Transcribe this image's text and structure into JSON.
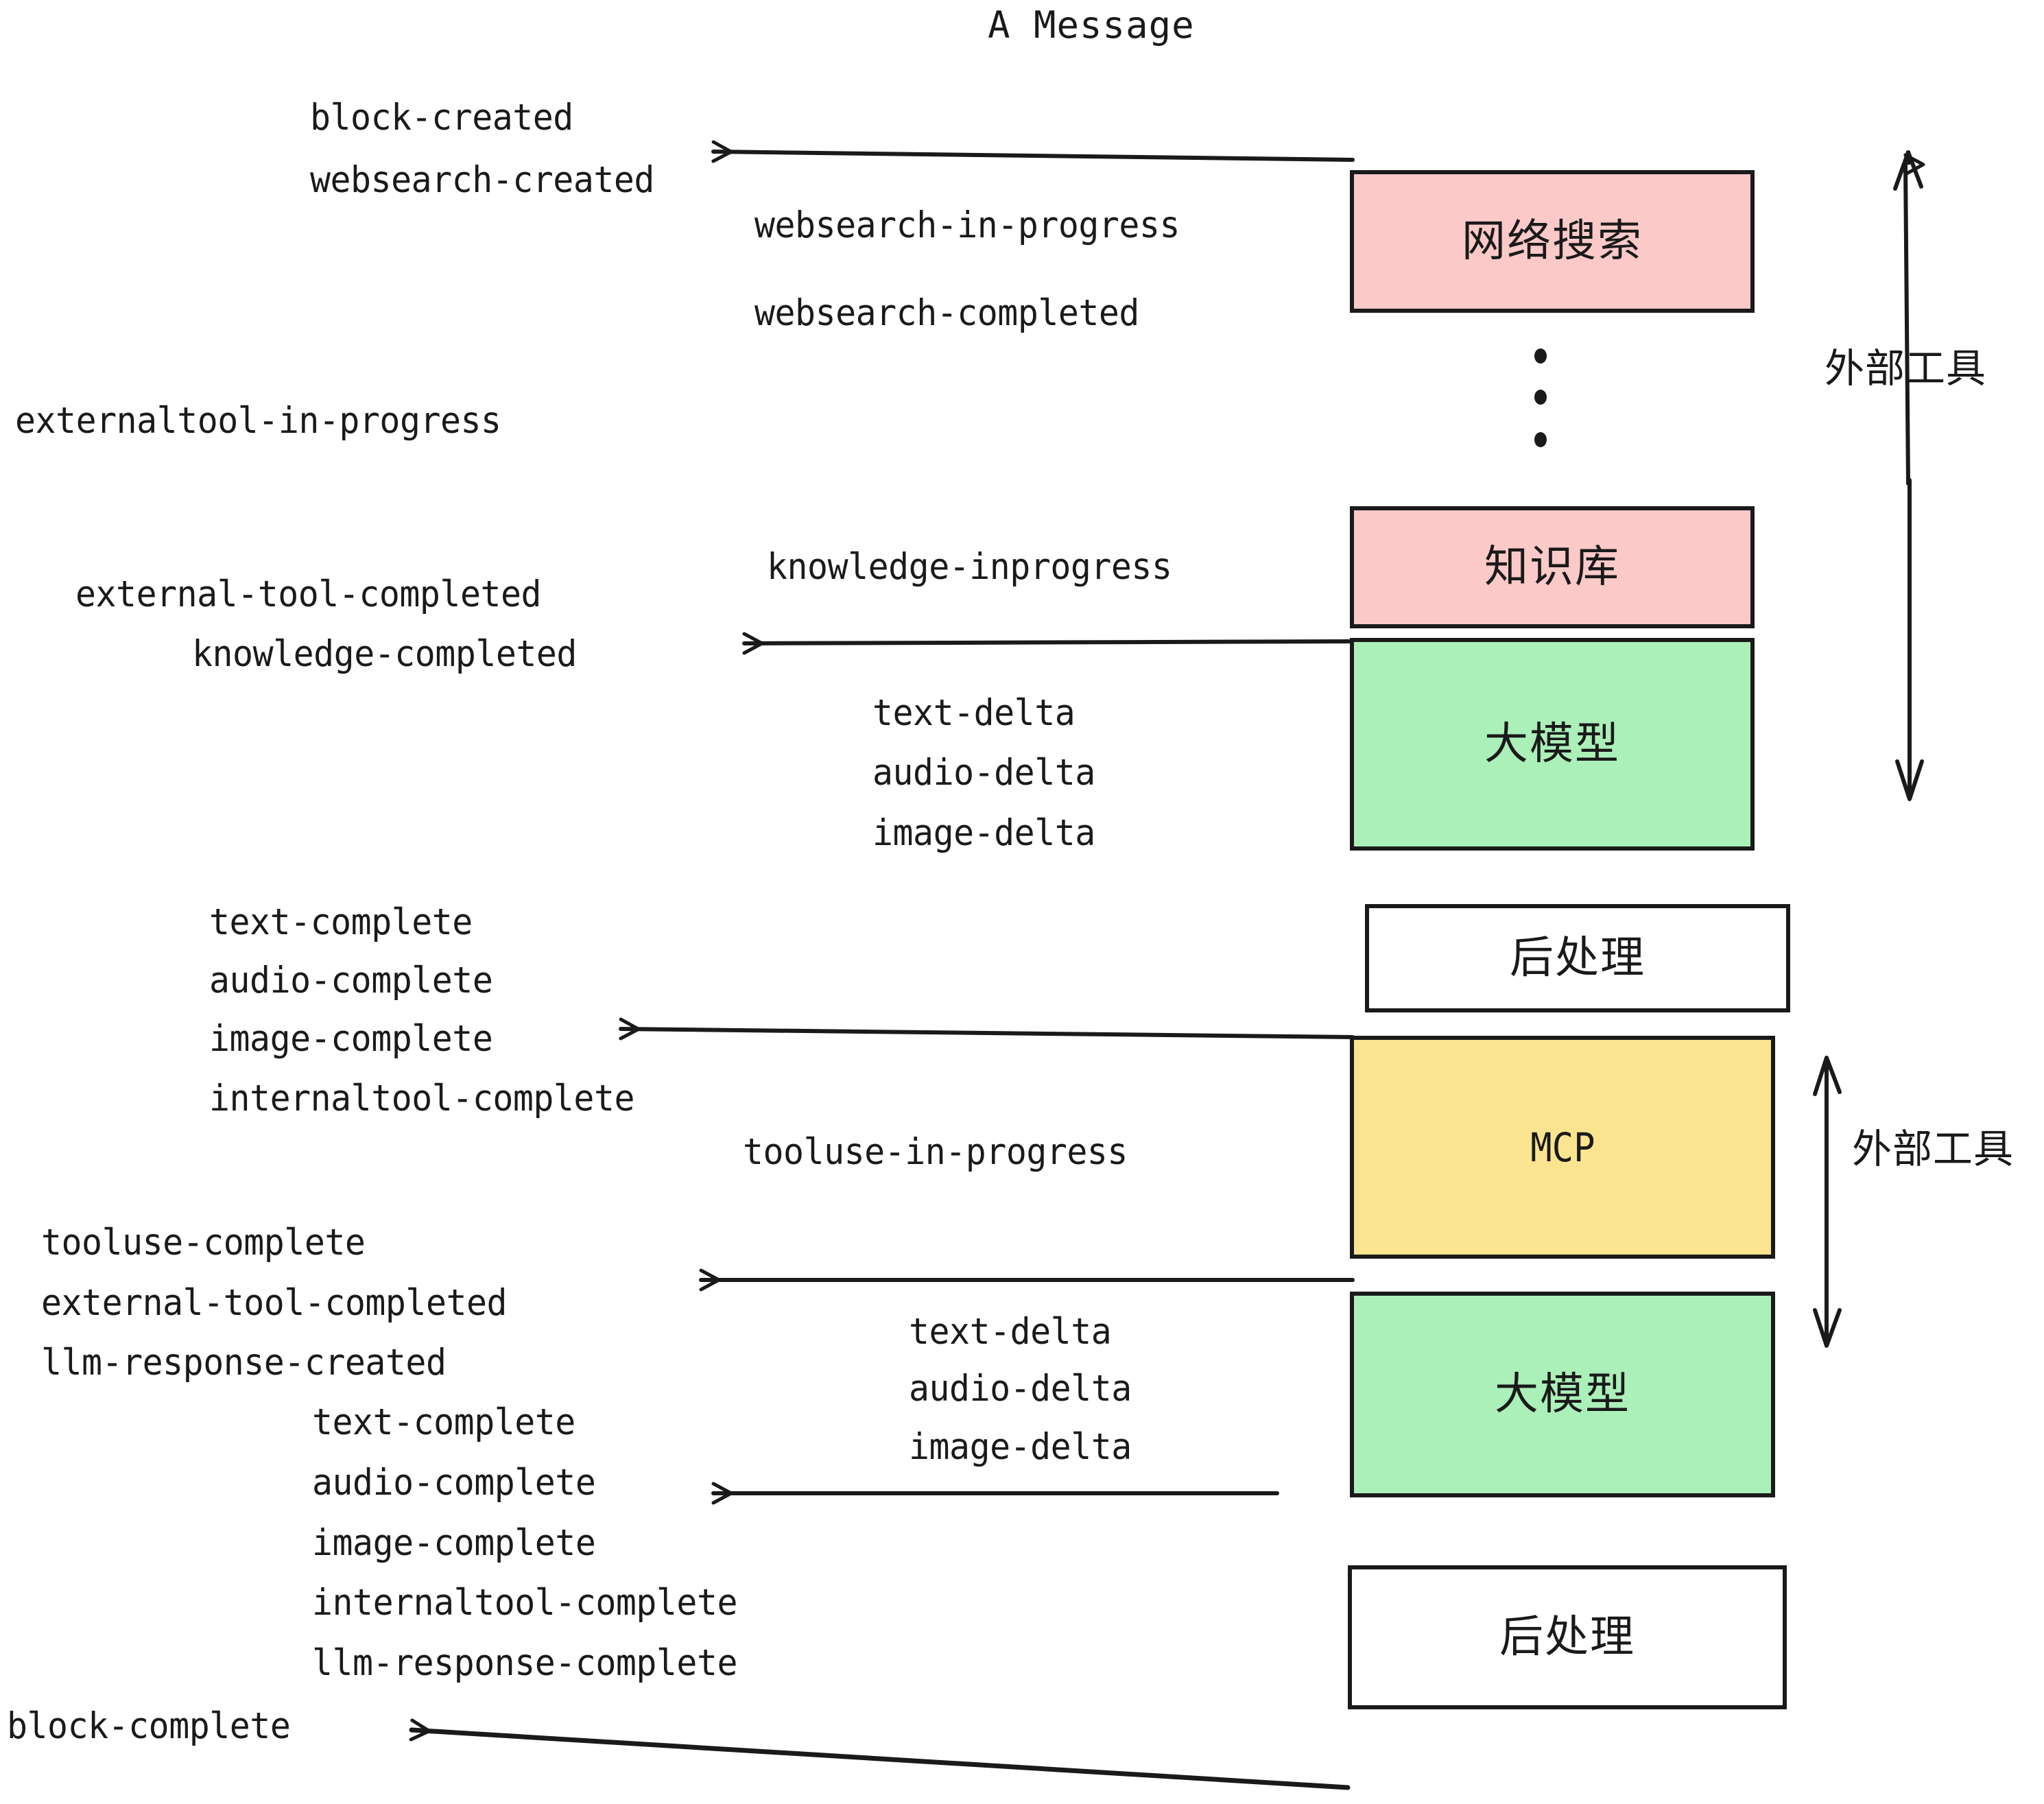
{
  "title": "A Message",
  "colors": {
    "stroke": "#1a1a1a",
    "pink": "#fcc9c9",
    "green": "#abefb9",
    "yellow": "#fbe490",
    "white": "#ffffff",
    "background": "#ffffff"
  },
  "boxes": [
    {
      "id": "websearch",
      "label": "网络搜索",
      "fill": "#fcc9c9"
    },
    {
      "id": "knowledge",
      "label": "知识库",
      "fill": "#fcc9c9"
    },
    {
      "id": "llm-1",
      "label": "大模型",
      "fill": "#abefb9"
    },
    {
      "id": "postprocess-1",
      "label": "后处理",
      "fill": "#ffffff"
    },
    {
      "id": "mcp",
      "label": "MCP",
      "fill": "#fbe490"
    },
    {
      "id": "llm-2",
      "label": "大模型",
      "fill": "#abefb9"
    },
    {
      "id": "postprocess-2",
      "label": "后处理",
      "fill": "#ffffff"
    }
  ],
  "side_labels": [
    {
      "id": "external-tools-top",
      "label": "外部工具"
    },
    {
      "id": "external-tools-bottom",
      "label": "外部工具"
    }
  ],
  "events": [
    {
      "id": "block-created",
      "label": "block-created"
    },
    {
      "id": "websearch-created",
      "label": "websearch-created"
    },
    {
      "id": "websearch-in-progress",
      "label": "websearch-in-progress"
    },
    {
      "id": "websearch-completed",
      "label": "websearch-completed"
    },
    {
      "id": "externaltool-in-progress",
      "label": "externaltool-in-progress"
    },
    {
      "id": "knowledge-inprogress",
      "label": "knowledge-inprogress"
    },
    {
      "id": "external-tool-completed-1",
      "label": "external-tool-completed"
    },
    {
      "id": "knowledge-completed",
      "label": "knowledge-completed"
    },
    {
      "id": "text-delta-1",
      "label": "text-delta"
    },
    {
      "id": "audio-delta-1",
      "label": "audio-delta"
    },
    {
      "id": "image-delta-1",
      "label": "image-delta"
    },
    {
      "id": "text-complete-1",
      "label": "text-complete"
    },
    {
      "id": "audio-complete-1",
      "label": "audio-complete"
    },
    {
      "id": "image-complete-1",
      "label": "image-complete"
    },
    {
      "id": "internaltool-complete-1",
      "label": "internaltool-complete"
    },
    {
      "id": "tooluse-in-progress",
      "label": "tooluse-in-progress"
    },
    {
      "id": "tooluse-complete",
      "label": "tooluse-complete"
    },
    {
      "id": "external-tool-completed-2",
      "label": "external-tool-completed"
    },
    {
      "id": "llm-response-created",
      "label": "llm-response-created"
    },
    {
      "id": "text-delta-2",
      "label": "text-delta"
    },
    {
      "id": "audio-delta-2",
      "label": "audio-delta"
    },
    {
      "id": "image-delta-2",
      "label": "image-delta"
    },
    {
      "id": "text-complete-2",
      "label": "text-complete"
    },
    {
      "id": "audio-complete-2",
      "label": "audio-complete"
    },
    {
      "id": "image-complete-2",
      "label": "image-complete"
    },
    {
      "id": "internaltool-complete-2",
      "label": "internaltool-complete"
    },
    {
      "id": "llm-response-complete",
      "label": "llm-response-complete"
    },
    {
      "id": "block-complete",
      "label": "block-complete"
    }
  ]
}
